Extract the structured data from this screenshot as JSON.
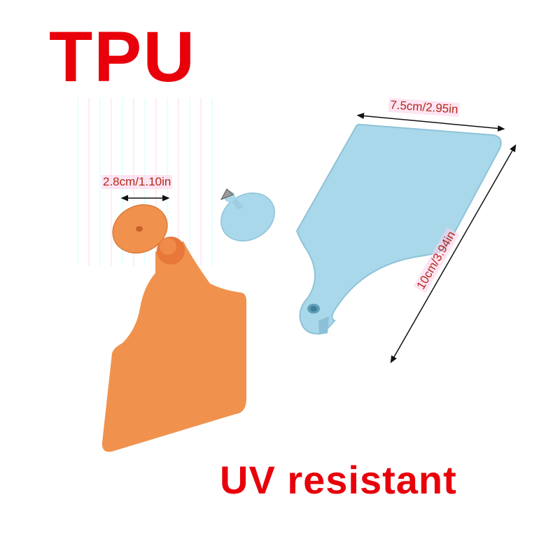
{
  "title": "TPU",
  "tagline": "UV resistant",
  "dimensions": {
    "stud_diameter": "2.8cm/1.10in",
    "tag_width": "7.5cm/2.95in",
    "tag_height": "10cm/3.94in"
  },
  "products": [
    {
      "name": "orange ear tag with male stud",
      "color": "#f0924e"
    },
    {
      "name": "blue ear tag",
      "color": "#a9d8ea"
    },
    {
      "name": "blue stud with metal tip",
      "color": "#a9d8ea"
    }
  ],
  "colors": {
    "heading": "#e8000a",
    "dimension_text": "#b22a1a",
    "arrow": "#111111",
    "orange_tag": "#f0924e",
    "blue_tag": "#a9d8ea"
  }
}
